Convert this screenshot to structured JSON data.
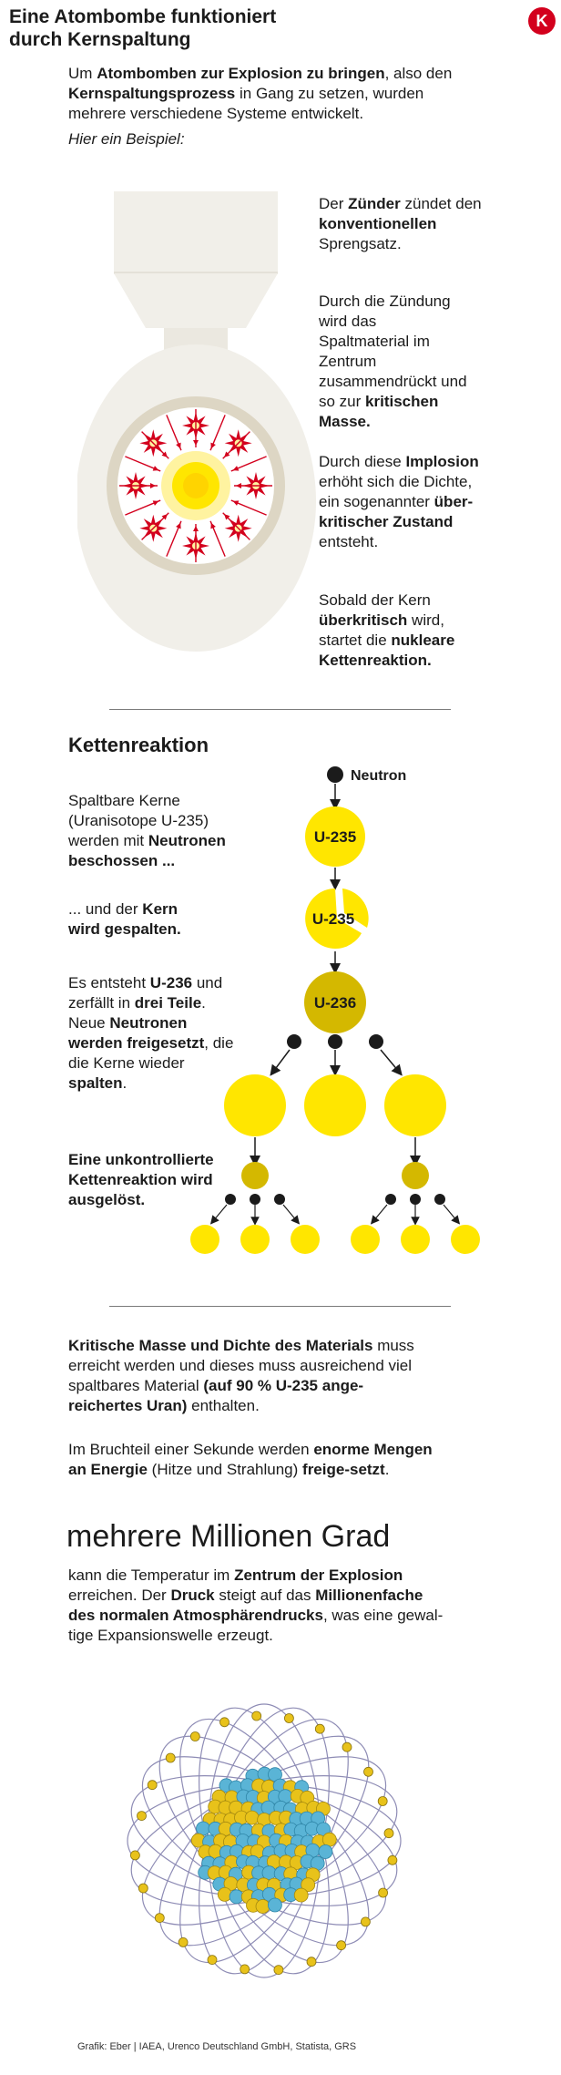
{
  "header": {
    "title_line1": "Eine Atombombe funktioniert",
    "title_line2": "durch Kernspaltung",
    "logo_letter": "K"
  },
  "intro": {
    "p1": "Um",
    "p1_b1": "Atombomben zur Explosion zu bringen",
    "p1_t2": ", also den",
    "p1_b2": "Kernspaltungsprozess",
    "p1_t3": "in Gang zu setzen, wurden mehrere verschiedene Systeme entwickelt.",
    "example": "Hier ein Beispiel:"
  },
  "bomb_text": {
    "s1_t1": "Der",
    "s1_b1": "Zünder",
    "s1_t2": "zündet den",
    "s1_b2": "konventionellen",
    "s1_t3": "Sprengsatz.",
    "s2_t1": "Durch die Zündung wird das Spaltmaterial im Zentrum zusammendrückt und so zur",
    "s2_b1": "kritischen Masse.",
    "s3_t1": "Durch diese",
    "s3_b1": "Implosion",
    "s3_t2": "erhöht sich die Dichte, ein sogenannter",
    "s3_b2": "über-kritischer Zustand",
    "s3_t3": "entsteht.",
    "s4_t1": "Sobald der Kern",
    "s4_b1": "überkritisch",
    "s4_t2": "wird, startet die",
    "s4_b2": "nukleare Kettenreaktion."
  },
  "chain": {
    "heading": "Kettenreaktion",
    "neutron_label": "Neutron",
    "u235": "U-235",
    "u236": "U-236",
    "t1_a": "Spaltbare Kerne (Uranisotope U-235) werden mit",
    "t1_b": "Neutronen beschossen ...",
    "t2_a": "... und der",
    "t2_b": "Kern",
    "t2_c": "wird gespalten.",
    "t3_a": "Es entsteht",
    "t3_b": "U-236",
    "t3_c": "und zerfällt in",
    "t3_d": "drei Teile",
    "t3_e": ". Neue",
    "t3_f": "Neutronen werden freigesetzt",
    "t3_g": ", die die Kerne wieder",
    "t3_h": "spalten",
    "t3_i": ".",
    "t4": "Eine unkontrollierte Kettenreaktion wird ausgelöst."
  },
  "facts": {
    "p1_b1": "Kritische Masse und Dichte des Materials",
    "p1_t1": "muss erreicht werden und dieses muss ausreichend viel spaltbares Material",
    "p1_b2": "(auf 90 % U-235 ange-reichertes Uran)",
    "p1_t2": "enthalten.",
    "p2_t1": "Im Bruchteil einer Sekunde werden",
    "p2_b1": "enorme Mengen an Energie",
    "p2_t2": "(Hitze und Strahlung)",
    "p2_b2": "freige-setzt",
    "p2_t3": ".",
    "big": "mehrere Millionen Grad",
    "p3_t1": "kann die Temperatur im",
    "p3_b1": "Zentrum der Explosion",
    "p3_t2": "erreichen. Der",
    "p3_b2": "Druck",
    "p3_t3": "steigt auf das",
    "p3_b3": "Millionenfache des normalen Atmosphärendrucks",
    "p3_t4": ", was eine gewal-tige Expansionswelle erzeugt."
  },
  "credit": "Grafik: Eber | IAEA, Urenco Deutschland GmbH, Statista, GRS",
  "colors": {
    "yellow": "#ffe600",
    "dark_yellow": "#d4b800",
    "red": "#d3001d",
    "bomb": "#f1efe9",
    "neutron": "#1b1b1b",
    "orbit": "#8e8cb5",
    "blue_nucleon": "#5ab4d6"
  }
}
